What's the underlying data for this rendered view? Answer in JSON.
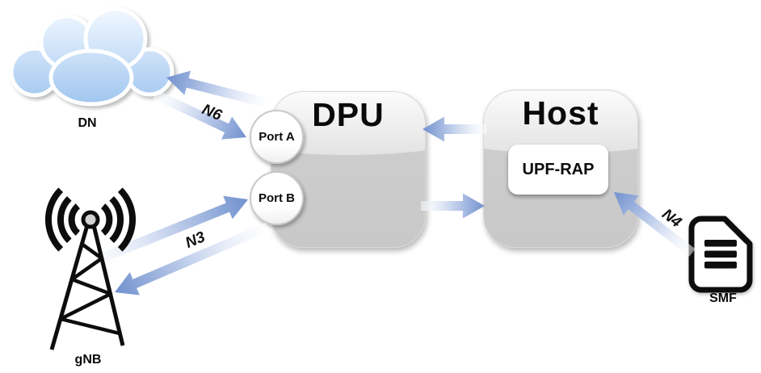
{
  "nodes": {
    "dn": {
      "label": "DN",
      "icon": "cloud-icon"
    },
    "gnb": {
      "label": "gNB",
      "icon": "radio-tower-icon"
    },
    "smf": {
      "label": "SMF",
      "icon": "document-icon"
    },
    "dpu": {
      "title": "DPU",
      "port_a": "Port A",
      "port_b": "Port B"
    },
    "host": {
      "title": "Host",
      "upf_rap": "UPF-RAP"
    }
  },
  "links": {
    "n6": {
      "label": "N6",
      "from": "DN",
      "to": "DPU Port A",
      "bidirectional": true
    },
    "n3": {
      "label": "N3",
      "from": "gNB",
      "to": "DPU Port B",
      "bidirectional": true
    },
    "dpu_host": {
      "label": "",
      "from": "DPU",
      "to": "Host",
      "bidirectional": true
    },
    "n4": {
      "label": "N4",
      "from": "SMF",
      "to": "Host UPF-RAP",
      "bidirectional": false
    }
  },
  "colors": {
    "arrow_head": "#7191ce",
    "arrow_mid": "#cdd9f0",
    "arrow_tail": "#ffffff",
    "cloud_top": "#f0f7ff",
    "cloud_bottom": "#9ec5ef",
    "box_gray": "#c9c9c9",
    "icon_black": "#0d0d0d"
  }
}
